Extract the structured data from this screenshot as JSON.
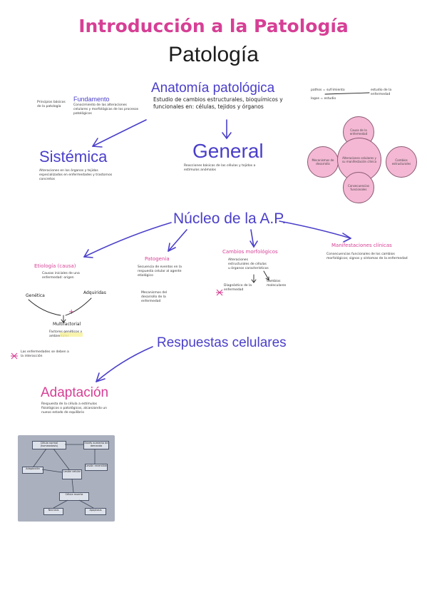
{
  "title": "Introducción a la Patología",
  "subtitle": "Patología",
  "anatomia": {
    "heading": "Anatomía patológica",
    "description": "Estudio de cambios estructurales, bioquímicos y funcionales en: células, tejidos y órganos"
  },
  "fundamento": {
    "heading": "Fundamento",
    "side_notes": "Principios básicos de la patología",
    "text": "Conocimiento de las alteraciones celulares y morfológicas de los procesos patológicos"
  },
  "etimologia": {
    "line1": "pathos = sufrimiento",
    "line2": "logos = estudio",
    "result": "estudio de la enfermedad"
  },
  "circles": {
    "top": "Causa de la enfermedad",
    "left": "Mecanismos de desarrollo",
    "center": "Alteraciones celulares y su manifestación clínica",
    "right": "Cambios estructurales",
    "bottom": "Consecuencias funcionales"
  },
  "sistemica": {
    "heading": "Sistémica",
    "text": "Alteraciones en los órganos y tejidos especializados en enfermedades y trastornos concretos"
  },
  "general": {
    "heading": "General",
    "text": "Reacciones básicas de las células y tejidos a estímulos anómalos"
  },
  "nucleo": {
    "heading": "Núcleo de la A.P."
  },
  "etiologia": {
    "heading": "Etiología (causa)",
    "text": "Causas iniciales de una enfermedad: origen",
    "genetica": "Genética",
    "adquirida": "Adquiridas",
    "plus": "+",
    "multifactorial": "Multifactorial",
    "note": "Factores genéticos y ambientales"
  },
  "patogenia": {
    "heading": "Patogenia",
    "text": "Secuencia de eventos en la respuesta celular al agente etiológico",
    "note": "Mecanismos del desarrollo de la enfermedad"
  },
  "cambios": {
    "heading": "Cambios morfológicos",
    "text": "Alteraciones estructurales de células u órganos característicos",
    "note": "Diagnóstico de la enfermedad",
    "side": "Cambios moleculares"
  },
  "manifestaciones": {
    "heading": "Manifestaciones clínicas",
    "text": "Consecuencias funcionales de los cambios morfológicos; signos y síntomas de la enfermedad"
  },
  "left_note": "Las enfermedades se deben a la interacción",
  "respuestas": {
    "heading": "Respuestas celulares"
  },
  "adaptacion": {
    "heading": "Adaptación",
    "text": "Respuesta de la célula a estímulos fisiológicos o patológicos, alcanzando un nuevo estado de equilibrio"
  },
  "photo": {
    "box1": "Célula normal (homeostasis)",
    "box2": "Estrés aumento de demanda",
    "box3": "Adaptación",
    "box4": "Lesión celular",
    "box5": "Célula muerta",
    "box6": "Necrosis",
    "box7": "Apoptosis",
    "box8": "Lesión reversible"
  },
  "colors": {
    "pink": "#d63f95",
    "blue": "#4a3fc9",
    "circle_fill": "#f4b8d4"
  }
}
